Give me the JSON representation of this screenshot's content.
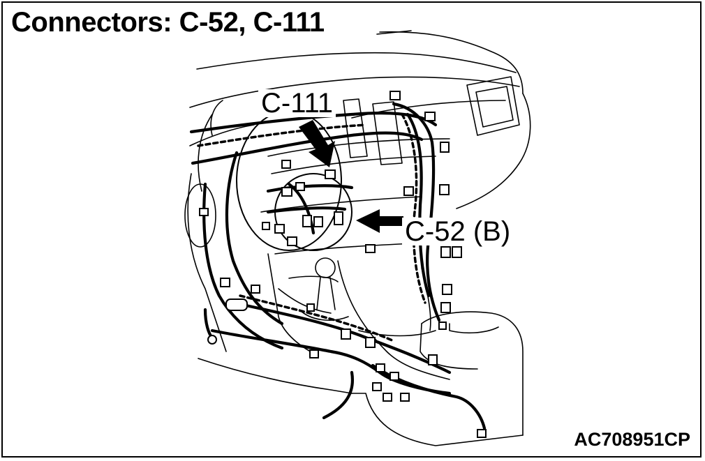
{
  "diagram": {
    "title": "Connectors: C-52, C-111",
    "callouts": {
      "c111": "C-111",
      "c52": "C-52 (B)"
    },
    "reference_code": "AC708951CP"
  }
}
